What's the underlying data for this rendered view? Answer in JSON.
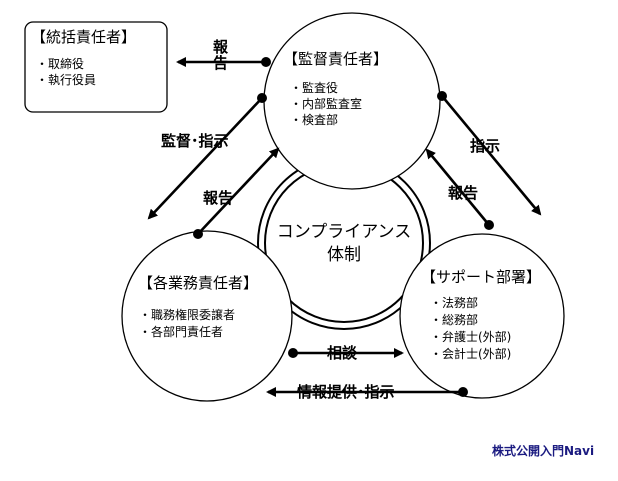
{
  "boxes": {
    "governance": {
      "title": "【統括責任者】",
      "items": [
        "・取締役",
        "・執行役員"
      ]
    },
    "supervision": {
      "title": "【監督責任者】",
      "items": [
        "・監査役",
        "・内部監査室",
        "・検査部"
      ]
    },
    "business": {
      "title": "【各業務責任者】",
      "items": [
        "・職務権限委譲者",
        "・各部門責任者"
      ]
    },
    "support": {
      "title": "【サポート部署】",
      "items": [
        "・法務部",
        "・総務部",
        "・弁護士(外部)",
        "・会計士(外部)"
      ]
    }
  },
  "center": {
    "line1": "コンプライアンス",
    "line2": "体制"
  },
  "arrows": {
    "report_top": "報告",
    "supervise_instruct": "監督･指示",
    "report_left": "報告",
    "instruct_right": "指示",
    "report_right": "報告",
    "consult": "相談",
    "info_instruct": "情報提供･指示"
  },
  "footer": {
    "brand": "株式公開入門Navi"
  }
}
